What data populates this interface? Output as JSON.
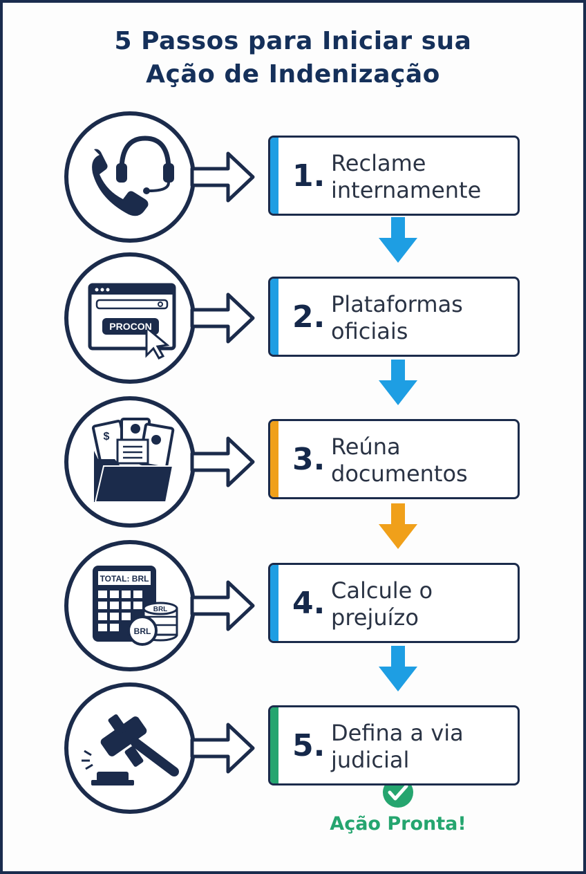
{
  "title": {
    "line1": "5 Passos para Iniciar sua",
    "line2": "Ação de Indenização"
  },
  "colors": {
    "navy": "#1b2b4b",
    "blue": "#1e9ee3",
    "orange": "#f0a01a",
    "green": "#25a56f"
  },
  "steps": [
    {
      "number": "1.",
      "label": "Reclame internamente",
      "accent": "#1e9ee3",
      "icon": "phone-headset-icon"
    },
    {
      "number": "2.",
      "label": "Plataformas oficiais",
      "accent": "#1e9ee3",
      "icon": "browser-procon-icon"
    },
    {
      "number": "3.",
      "label": "Reúna documentos",
      "accent": "#f0a01a",
      "icon": "document-folder-icon"
    },
    {
      "number": "4.",
      "label": "Calcule o prejuízo",
      "accent": "#1e9ee3",
      "icon": "calculator-coins-icon"
    },
    {
      "number": "5.",
      "label": "Defina a via judicial",
      "accent": "#25a56f",
      "icon": "gavel-icon"
    }
  ],
  "icon_text": {
    "procon": "PROCON",
    "total": "TOTAL: BRL",
    "coin_top": "BRL",
    "coin_front": "BRL",
    "dollar": "$"
  },
  "done_label": "Ação Pronta!"
}
